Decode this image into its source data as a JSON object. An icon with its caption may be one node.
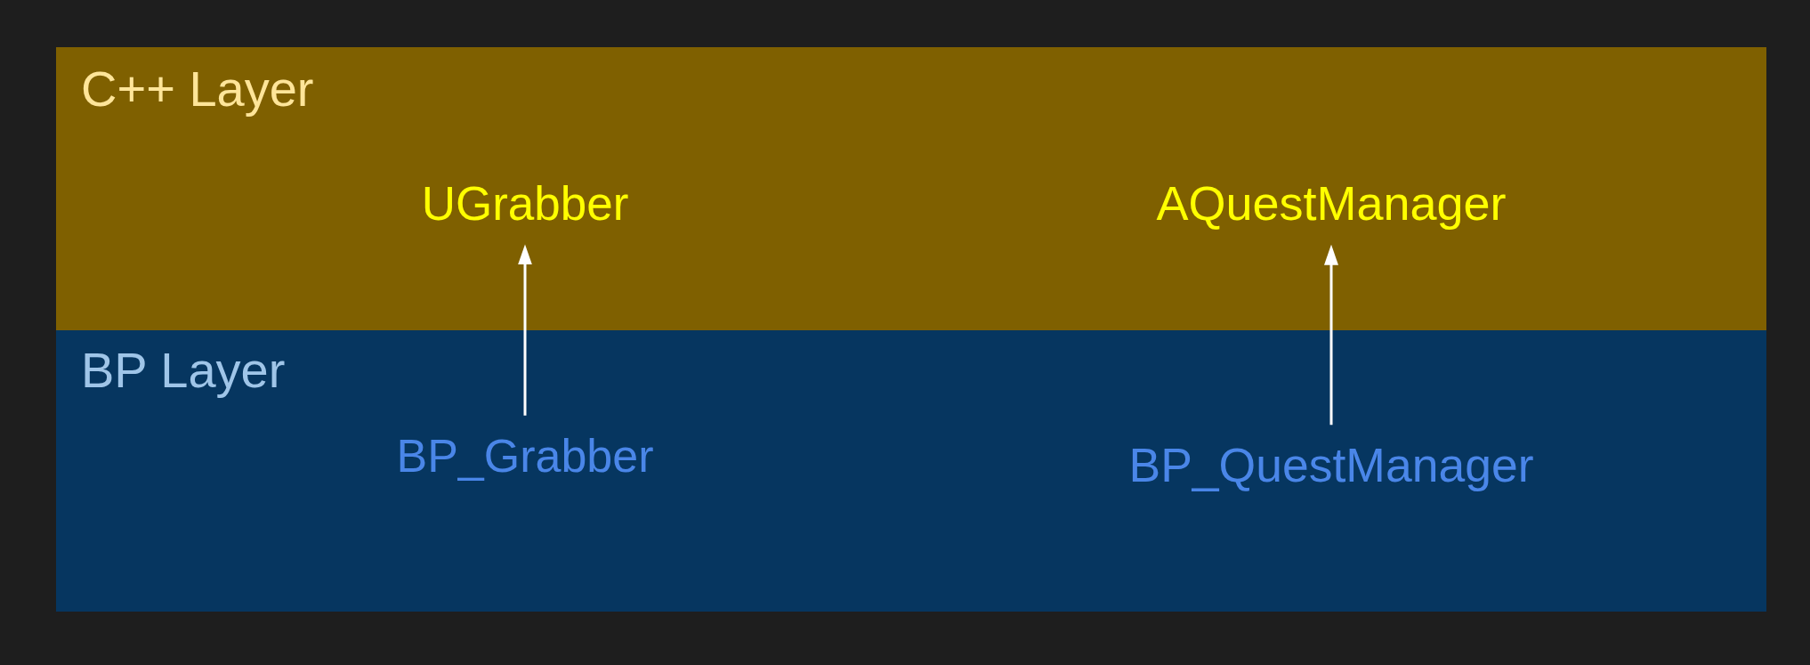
{
  "diagram": {
    "nodes": [
      {
        "text": [
          "C++ Layer"
        ]
      },
      {
        "text": [
          "UGrabber"
        ],
        "in": 0
      },
      {
        "text": [
          "AQuestManager"
        ],
        "in": 0
      },
      {
        "text": [
          "BP Layer"
        ]
      },
      {
        "text": [
          "BP_Grabber"
        ],
        "in": 3
      },
      {
        "text": [
          "BP_QuestManager"
        ],
        "in": 3
      }
    ],
    "edges": [
      {
        "from": 4,
        "to": 1,
        "arrow": "to"
      },
      {
        "from": 5,
        "to": 2,
        "arrow": "to"
      }
    ]
  }
}
